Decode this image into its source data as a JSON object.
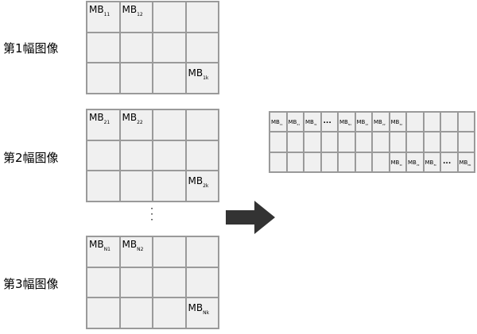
{
  "labels": {
    "image1": "第1幅图像",
    "image2": "第2幅图像",
    "image3": "第3幅图像"
  },
  "grid1": {
    "c11": {
      "m": "MB",
      "s": "11"
    },
    "c12": {
      "m": "MB",
      "s": "12"
    },
    "c1k": {
      "m": "MB",
      "s": "1k"
    }
  },
  "grid2": {
    "c21": {
      "m": "MB",
      "s": "21"
    },
    "c22": {
      "m": "MB",
      "s": "22"
    },
    "c2k": {
      "m": "MB",
      "s": "2k"
    }
  },
  "grid3": {
    "cN1": {
      "m": "MB",
      "s": "N1"
    },
    "cN2": {
      "m": "MB",
      "s": "N2"
    },
    "cNk": {
      "m": "MB",
      "s": "Nk"
    }
  },
  "vdots": "⋮",
  "strip": {
    "row1": [
      {
        "m": "MB",
        "s": "11"
      },
      {
        "m": "MB",
        "s": "21"
      },
      {
        "m": "MB",
        "s": "31"
      },
      {
        "dots": "..."
      },
      {
        "m": "MB",
        "s": "N1"
      },
      {
        "m": "MB",
        "s": "12"
      },
      {
        "m": "MB",
        "s": "22"
      },
      {
        "m": "MB",
        "s": "32"
      }
    ],
    "row3": [
      {
        "m": "MB",
        "s": "1k"
      },
      {
        "m": "MB",
        "s": "2k"
      },
      {
        "m": "MB",
        "s": "3k"
      },
      {
        "dots": "..."
      },
      {
        "m": "MB",
        "s": "Nk"
      }
    ]
  },
  "colors": {
    "cell_fill": "#f0f0f0",
    "border": "#9a9a9a",
    "arrow": "#333333"
  }
}
